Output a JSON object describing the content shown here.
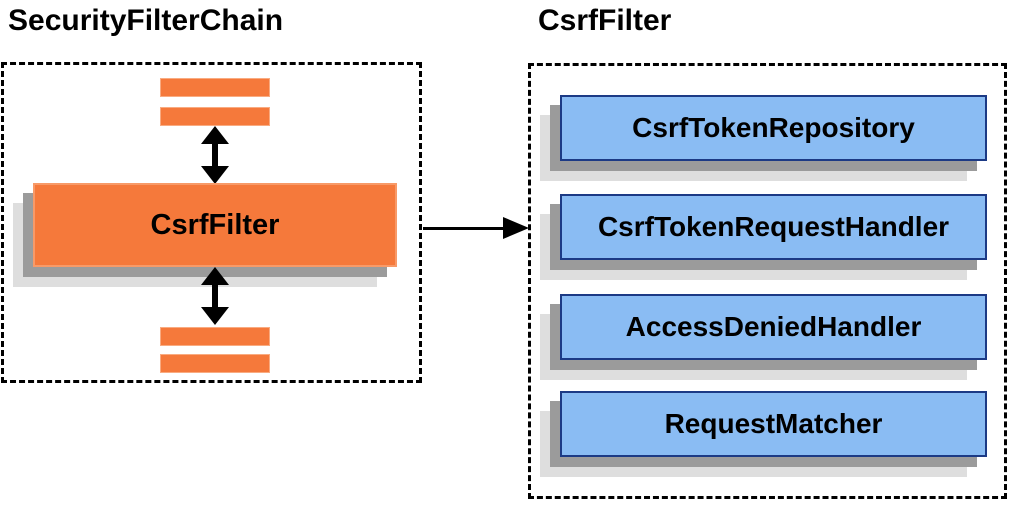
{
  "left_panel": {
    "title": "SecurityFilterChain",
    "filter_node_label": "CsrfFilter"
  },
  "right_panel": {
    "title": "CsrfFilter",
    "components": [
      "CsrfTokenRepository",
      "CsrfTokenRequestHandler",
      "AccessDeniedHandler",
      "RequestMatcher"
    ]
  },
  "colors": {
    "orange_fill": "#f5793b",
    "blue_fill": "#8abcf3",
    "blue_border": "#1c3a85",
    "shadow_dark": "#9b9b9b",
    "shadow_light": "#dedede",
    "arrow": "#000000",
    "dashed_border": "#000000"
  }
}
